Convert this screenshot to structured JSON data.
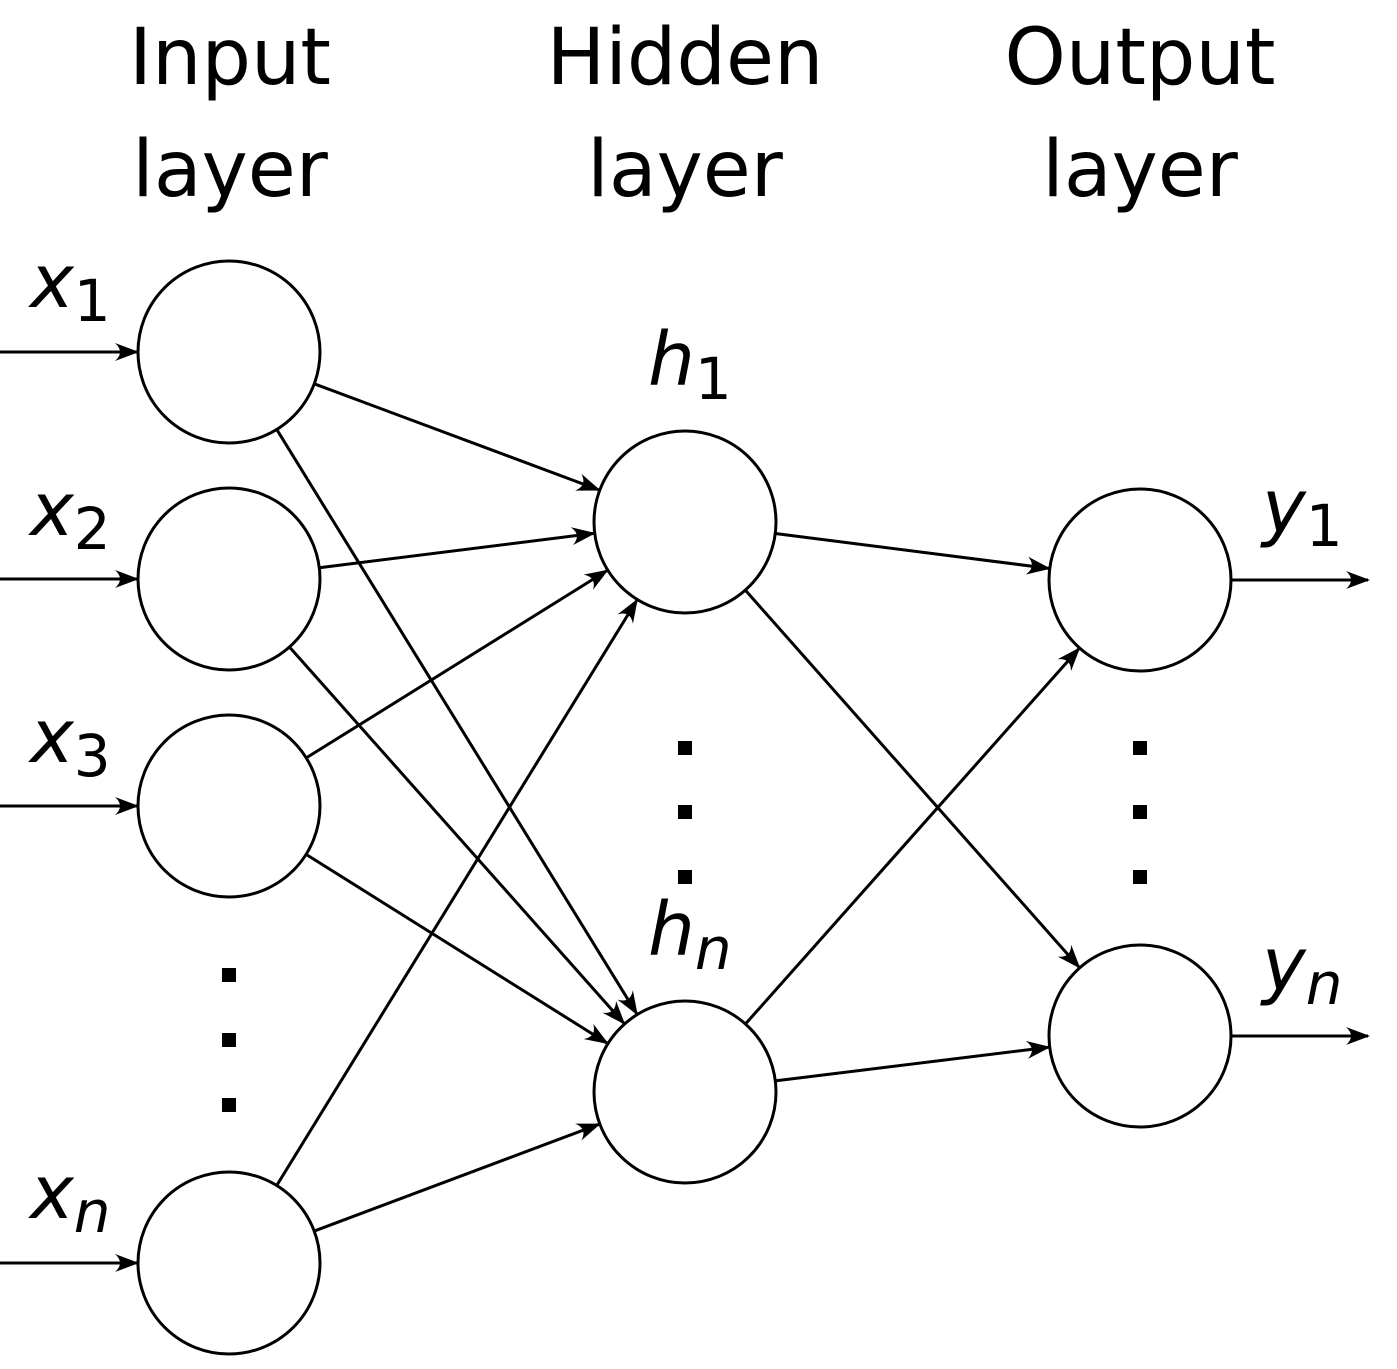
{
  "headers": {
    "input": {
      "line1": "Input",
      "line2": "layer"
    },
    "hidden": {
      "line1": "Hidden",
      "line2": "layer"
    },
    "output": {
      "line1": "Output",
      "line2": "layer"
    }
  },
  "labels": {
    "x1": {
      "base": "x",
      "sub": "1"
    },
    "x2": {
      "base": "x",
      "sub": "2"
    },
    "x3": {
      "base": "x",
      "sub": "3"
    },
    "xn": {
      "base": "x",
      "sub": "n"
    },
    "h1": {
      "base": "h",
      "sub": "1"
    },
    "hn": {
      "base": "h",
      "sub": "n"
    },
    "y1": {
      "base": "y",
      "sub": "1"
    },
    "yn": {
      "base": "y",
      "sub": "n"
    }
  },
  "colors": {
    "stroke": "#000000",
    "background": "#ffffff"
  }
}
